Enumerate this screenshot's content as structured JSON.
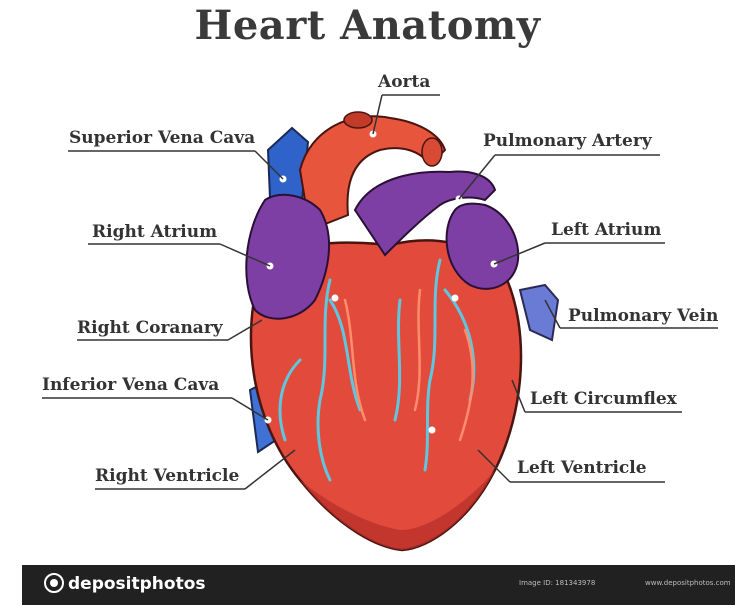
{
  "title": "Heart Anatomy",
  "labels": {
    "aorta": "Aorta",
    "superior_vena_cava": "Superior Vena Cava",
    "pulmonary_artery": "Pulmonary Artery",
    "right_atrium": "Right Atrium",
    "left_atrium": "Left Atrium",
    "pulmonary_vein": "Pulmonary Vein",
    "right_coronary": "Right Coranary",
    "inferior_vena_cava": "Inferior Vena Cava",
    "left_circumflex": "Left Circumflex",
    "left_ventricle": "Left Ventricle",
    "right_ventricle": "Right Ventricle"
  },
  "footer": {
    "brand": "depositphotos",
    "image_id": "Image ID: 181343978",
    "site": "www.depositphotos.com"
  },
  "colors": {
    "heart": "#e24a3c",
    "heart_dark": "#b8302a",
    "atria": "#7d3fa3",
    "vena_cava": "#2f63c9",
    "vessels": "#5fc6e0",
    "aorta": "#e8553d",
    "footer_bg": "#212121"
  }
}
